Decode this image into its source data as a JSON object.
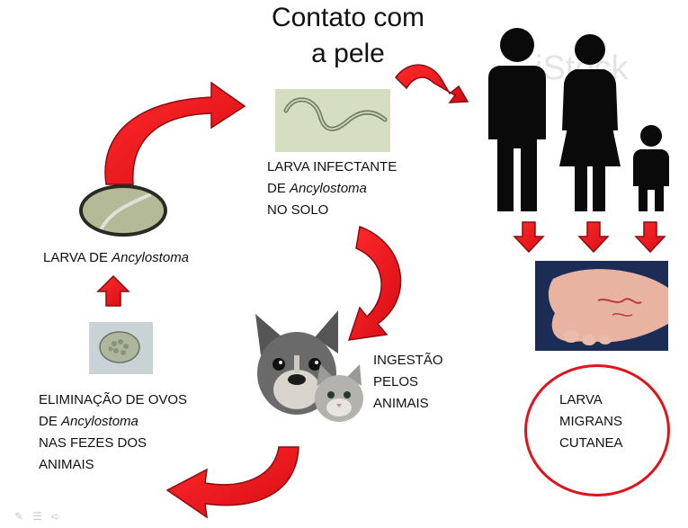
{
  "title": {
    "line1": "Contato com",
    "line2": "a pele"
  },
  "labels": {
    "larva_infectante": {
      "l1": "LARVA INFECTANTE",
      "l2_pre": "DE ",
      "l2_it": "Ancylostoma",
      "l3": "NO SOLO"
    },
    "larva_ancylostoma": {
      "pre": "LARVA DE ",
      "it": "Ancylostoma"
    },
    "eliminacao": {
      "l1": "ELIMINAÇÃO DE OVOS",
      "l2_pre": "DE ",
      "l2_it": "Ancylostoma",
      "l3": "NAS FEZES DOS",
      "l4": "ANIMAIS"
    },
    "ingestao": {
      "l1": "INGESTÃO",
      "l2": "PELOS",
      "l3": "ANIMAIS"
    },
    "larva_migrans": {
      "l1": "LARVA",
      "l2": "MIGRANS",
      "l3": "CUTANEA"
    }
  },
  "watermark": "iStock",
  "colors": {
    "arrow": "#e8141c",
    "arrow_stroke": "#8a0c10",
    "circle": "#e0141c",
    "silhouette": "#0a0a0a"
  },
  "icons": [
    "larva-photo",
    "larva-microscope-photo",
    "egg-photo",
    "dog-cat-photo",
    "family-silhouette-icon",
    "foot-lesion-photo"
  ]
}
